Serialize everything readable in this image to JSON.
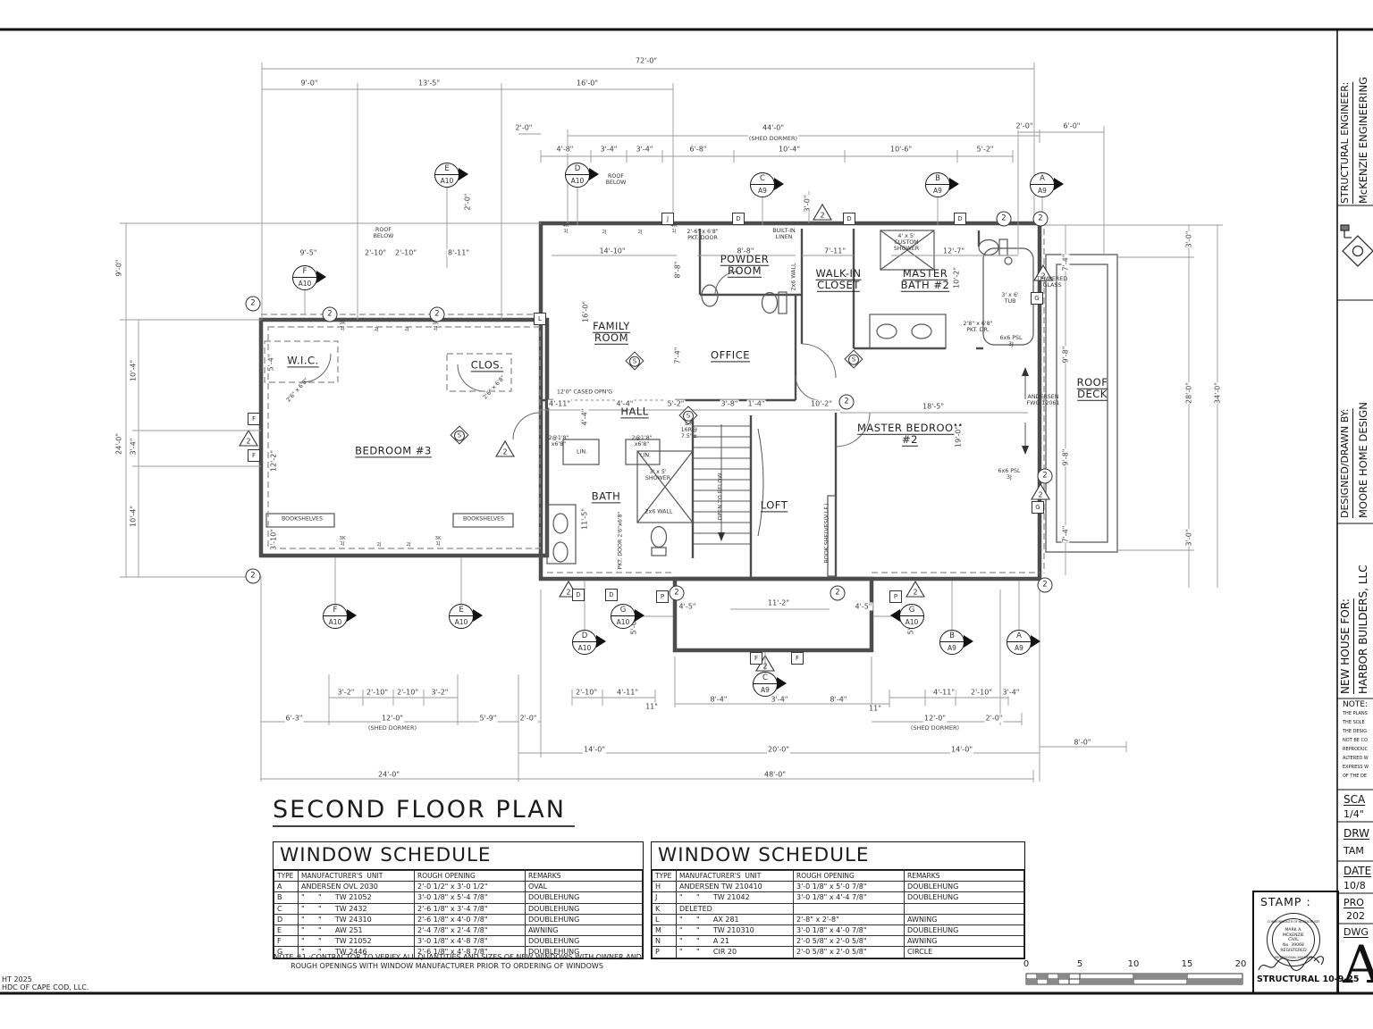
{
  "sheet": {
    "plan_title": "SECOND FLOOR PLAN",
    "copyright_line1": "HT 2025",
    "copyright_line2": "HDC OF CAPE COD, LLC."
  },
  "titleblock": {
    "structural_label": "STRUCTURAL ENGINEER:",
    "structural_name": "McKENZIE ENGINEERING",
    "designed_label": "DESIGNED/DRAWN BY:",
    "designed_name": "MOORE HOME DESIGN",
    "client_label": "NEW HOUSE FOR:",
    "client_name": "HARBOR BUILDERS, LLC",
    "note_label": "NOTE:",
    "note_lines": [
      "THE PLANS",
      "THE SOLE",
      "THE DESIG",
      "NOT BE CO",
      "REPRODUC",
      "ALTERED W",
      "EXPRESS W",
      "OF THE DE"
    ],
    "scale_label": "SCA",
    "scale_value": "1/4\"",
    "drawn_label": "DRW",
    "drawn_value": "TAM",
    "date_label": "DATE",
    "date_value": "10/8",
    "project_label": "PRO",
    "project_value": "202",
    "dwg_label": "DWG",
    "dwg_value": "A"
  },
  "stamp": {
    "label": "STAMP :",
    "ring_top": "COMMONWEALTH OF MASSACHUSETTS",
    "seal_name1": "MARK A.",
    "seal_name2": "MCKENZIE",
    "seal_field": "CIVIL",
    "seal_number": "No. 39068",
    "seal_registered": "REGISTERED",
    "ring_bottom": "PROFESSIONAL ENGINEER",
    "note": "STRUCTURAL 10-9-25"
  },
  "scalebar": {
    "t0": "0",
    "t1": "5",
    "t2": "10",
    "t3": "15",
    "t4": "20"
  },
  "schedules": {
    "left": {
      "title": "WINDOW SCHEDULE",
      "headers": [
        "TYPE",
        "MANUFACTURER'S  UNIT",
        "ROUGH OPENING",
        "REMARKS"
      ],
      "rows": [
        [
          "A",
          "ANDERSEN OVL 2030",
          "2'-0 1/2\" x 3'-0 1/2\"",
          "OVAL"
        ],
        [
          "B",
          "\"      \"      TW 21052",
          "3'-0 1/8\" x 5'-4 7/8\"",
          "DOUBLEHUNG"
        ],
        [
          "C",
          "\"      \"      TW 2432",
          "2'-6 1/8\" x 3'-4 7/8\"",
          "DOUBLEHUNG"
        ],
        [
          "D",
          "\"      \"      TW 24310",
          "2'-6 1/8\" x 4'-0 7/8\"",
          "DOUBLEHUNG"
        ],
        [
          "E",
          "\"      \"      AW 251",
          "2'-4 7/8\" x 2'-4 7/8\"",
          "AWNING"
        ],
        [
          "F",
          "\"      \"      TW 21052",
          "3'-0 1/8\" x 4'-8 7/8\"",
          "DOUBLEHUNG"
        ],
        [
          "G",
          "\"      \"      TW 2446",
          "2'-6 1/8\" x 4'-8 7/8\"",
          "DOUBLEHUNG"
        ]
      ]
    },
    "right": {
      "title": "WINDOW SCHEDULE",
      "headers": [
        "TYPE",
        "MANUFACTURER'S  UNIT",
        "ROUGH OPENING",
        "REMARKS"
      ],
      "rows": [
        [
          "H",
          "ANDERSEN TW 210410",
          "3'-0 1/8\" x 5'-0 7/8\"",
          "DOUBLEHUNG"
        ],
        [
          "J",
          "\"      \"      TW 21042",
          "3'-0 1/8\" x 4'-4 7/8\"",
          "DOUBLEHUNG"
        ],
        [
          "K",
          "DELETED",
          "",
          ""
        ],
        [
          "L",
          "\"      \"      AX 281",
          "2'-8\" x 2'-8\"",
          "AWNING"
        ],
        [
          "M",
          "\"      \"      TW 210310",
          "3'-0 1/8\" x 4'-0 7/8\"",
          "DOUBLEHUNG"
        ],
        [
          "N",
          "\"      \"      A 21",
          "2'-0 5/8\" x 2'-0 5/8\"",
          "AWNING"
        ],
        [
          "P",
          "\"      \"      CIR 20",
          "2'-0 5/8\" x 2'-0 5/8\"",
          "CIRCLE"
        ]
      ]
    },
    "note1": "NOTE #1 :CONTRACTOR TO VERIFY ALL QUANTITIES AND SIZES OF NEW WINDOWS WITH OWNER AND",
    "note2": "ROUGH OPENINGS WITH WINDOW MANUFACTURER PRIOR TO ORDERING OF WINDOWS"
  },
  "plan": {
    "rooms": {
      "family": "FAMILY ROOM",
      "office": "OFFICE",
      "powder": "POWDER ROOM",
      "walkin": "WALK-IN CLOSET",
      "mbath": "MASTER BATH #2",
      "bed3": "BEDROOM #3",
      "wic": "W.I.C.",
      "clos": "CLOS.",
      "hall": "HALL",
      "bath": "BATH",
      "loft": "LOFT",
      "mbed": "MASTER BEDROOM #2",
      "deck": "ROOF DECK"
    },
    "features": {
      "bookshelves": "BOOKSHELVES",
      "builtin": "BUILT-IN\nLINEN",
      "shower45": "4' x 5'\nCUSTOM\nSHOWER",
      "tub": "3' x 6'\nTUB",
      "tempered": "TEMPERED\nGLASS",
      "andersen": "ANDERSEN\nFWG 12061",
      "open_below": "OPEN TO BELOW",
      "book_vif": "BOOK SHELVES(V.I.F.)",
      "dn": "DN\n16R@\n7.5\"±",
      "cased": "12'0\" CASED OPN'G",
      "roof_below": "ROOF\nBELOW",
      "wall26": "2x6 WALL",
      "shower35": "3' x 5'\nSHOWER",
      "pktdoor_v": "PKT. DOOR\n2'6\"x6'8\"",
      "pktdoor_top": "2'-6\" x 6'8\"\nPKT. DOOR",
      "pktdr_mb": "2'8\" x 6'8\"\nPKT. DR.",
      "lin": "LIN.",
      "dbl18": "2@1'8\"\nx6'8\"",
      "psl": "6x6 PSL\n3J",
      "door26": "2'6\" x 6'8\""
    },
    "dims": {
      "top": [
        "72'-0\"",
        "9'-0\"",
        "13'-5\"",
        "16'-0\"",
        "44'-0\"",
        "(SHED DORMER)",
        "2'-0\"",
        "2'-0\"",
        "6'-0\"",
        "4'-8\"",
        "3'-4\"",
        "3'-4\"",
        "6'-8\"",
        "10'-4\"",
        "10'-6\"",
        "5'-2\"",
        "3'-0\"",
        "2'-0\""
      ],
      "left": [
        "9'-0\"",
        "24'-0\"",
        "10'-4\"",
        "3'-4\"",
        "10'-4\"",
        "9'-5\"",
        "2'-10\"",
        "2'-10\"",
        "8'-11\"",
        "5'-4\"",
        "12'-2\"",
        "3'-10\""
      ],
      "right": [
        "7'-4\"",
        "9'-8\"",
        "9'-8\"",
        "7'-4\"",
        "3'-0\"",
        "28'-0\"",
        "3'-0\"",
        "34'-0\""
      ],
      "bottom": [
        "3'-2\"",
        "2'-10\"",
        "2'-10\"",
        "3'-2\"",
        "2'-10\"",
        "4'-11\"",
        "11\"",
        "8'-4\"",
        "3'-4\"",
        "8'-4\"",
        "4'-11\"",
        "2'-10\"",
        "3'-4\"",
        "11\"",
        "6'-3\"",
        "12'-0\"",
        "(SHED DORMER)",
        "5'-9\"",
        "2'-0\"",
        "12'-0\"",
        "(SHED DORMER)",
        "2'-0\"",
        "14'-0\"",
        "20'-0\"",
        "14'-0\"",
        "8'-0\"",
        "24'-0\"",
        "48'-0\""
      ],
      "inner": [
        "14'-10\"",
        "8'-8\"",
        "7'-11\"",
        "12'-7\"",
        "16'-0\"",
        "8'-8\"",
        "7'-4\"",
        "18'-5\"",
        "19'-0\"",
        "10'-2\"",
        "11'-5\"",
        "4'-4\"",
        "4'-11\"",
        "4'-4\"",
        "5'-2\"",
        "3'-8\"",
        "1'-4\"",
        "10'-2\"",
        "4'-5\"",
        "11'-2\"",
        "4'-5\"",
        "5'-0\"",
        "5'-0\""
      ]
    },
    "markers": [
      {
        "l": "E",
        "s": "A10"
      },
      {
        "l": "D",
        "s": "A10"
      },
      {
        "l": "C",
        "s": "A9"
      },
      {
        "l": "B",
        "s": "A9"
      },
      {
        "l": "A",
        "s": "A9"
      },
      {
        "l": "F",
        "s": "A10"
      },
      {
        "l": "F",
        "s": "A10"
      },
      {
        "l": "E",
        "s": "A10"
      },
      {
        "l": "G",
        "s": "A10"
      },
      {
        "l": "G",
        "s": "A10"
      },
      {
        "l": "D",
        "s": "A10"
      },
      {
        "l": "C",
        "s": "A9"
      },
      {
        "l": "B",
        "s": "A9"
      },
      {
        "l": "A",
        "s": "A9"
      }
    ],
    "circle2": "2",
    "tri2": "2",
    "smoke": "S",
    "tags": [
      "J",
      "D",
      "D",
      "D",
      "L",
      "F",
      "F",
      "G",
      "G",
      "D",
      "D",
      "P",
      "F",
      "F",
      "P"
    ],
    "lintels": [
      "4K\n1J",
      "2J",
      "2J",
      "4K\n1J",
      "3K\n1J",
      "2J",
      "2J",
      "3K\n1J",
      "3K\n1J",
      "2J",
      "2J",
      "3K\n1J"
    ]
  }
}
